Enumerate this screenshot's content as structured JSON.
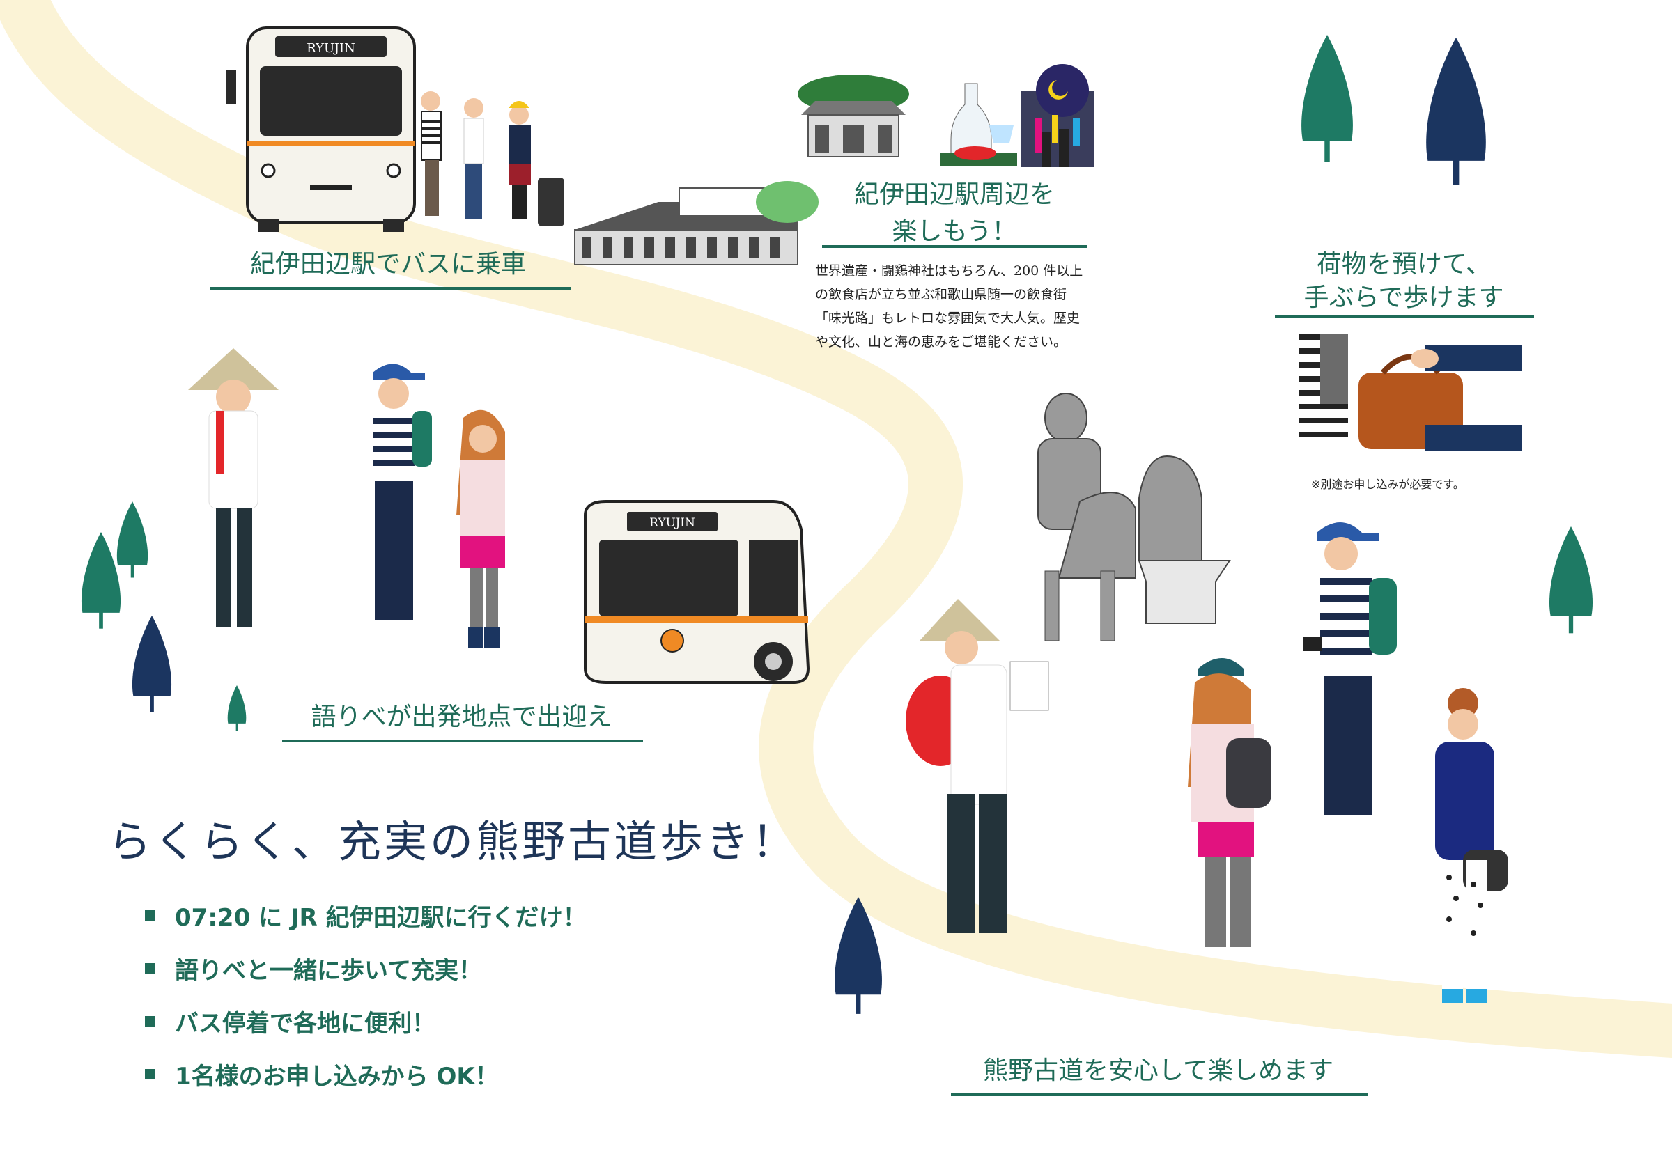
{
  "colors": {
    "path": "#fbf3d6",
    "text_green": "#1f6b58",
    "headline_navy": "#1e3558",
    "tree_green": "#1e7a64",
    "tree_navy": "#1b3560",
    "bus_orange": "#f08a24",
    "hat_tan": "#cfc29b",
    "pack_red": "#e3262a",
    "skirt_pink": "#e2127f",
    "hair_orange": "#cf7a38"
  },
  "bus": {
    "top_label": "RYUJIN",
    "middle_label": "RYUJIN"
  },
  "captions": {
    "board_bus": "紀伊田辺駅でバスに乗車",
    "enjoy_station_line1": "紀伊田辺駅周辺を",
    "enjoy_station_line2": "楽しもう！",
    "luggage_line1": "荷物を預けて、",
    "luggage_line2": "手ぶらで歩けます",
    "guide_meet": "語りべが出発地点で出迎え",
    "safe_walk": "熊野古道を安心して楽しめます"
  },
  "station_text": [
    "世界遺産・闘鶏神社はもちろん、200 件以上",
    "の飲食店が立ち並ぶ和歌山県随一の飲食街",
    "「味光路」もレトロな雰囲気で大人気。歴史",
    "や文化、山と海の恵みをご堪能ください。"
  ],
  "luggage_note": "※別途お申し込みが必要です。",
  "headline": "らくらく、充実の熊野古道歩き！",
  "features": [
    "07:20 に JR 紀伊田辺駅に行くだけ！",
    "語りべと一緒に歩いて充実！",
    "バス停着で各地に便利！",
    "1名様のお申し込みから OK！"
  ],
  "icons": [
    "bus-icon",
    "station-icon",
    "shrine-icon",
    "sake-icon",
    "night-street-icon",
    "buddha-statue-icon",
    "tree-icon",
    "hiker-icon",
    "bag-icon"
  ]
}
